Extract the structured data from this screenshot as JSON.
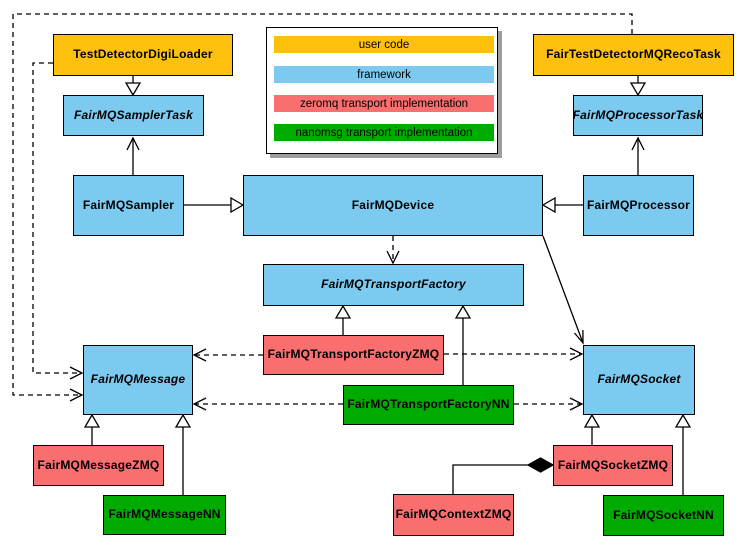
{
  "palette": {
    "user_code": "#FDC10D",
    "framework": "#7DCAF1",
    "zeromq": "#F96E6F",
    "nanomsg": "#00AB00",
    "line": "#000000",
    "background": "#FFFFFF",
    "legend_shadow": "#9E9E9E"
  },
  "legend": {
    "items": [
      {
        "label": "user code",
        "category": "user_code",
        "color": "#FDC10D"
      },
      {
        "label": "framework",
        "category": "framework",
        "color": "#7DCAF1"
      },
      {
        "label": "zeromq transport implementation",
        "category": "zeromq",
        "color": "#F96E6F"
      },
      {
        "label": "nanomsg transport implementation",
        "category": "nanomsg",
        "color": "#00AB00"
      }
    ]
  },
  "nodes": [
    {
      "label": "TestDetectorDigiLoader",
      "category": "user_code",
      "abstract": false
    },
    {
      "label": "FairTestDetectorMQRecoTask",
      "category": "user_code",
      "abstract": false
    },
    {
      "label": "FairMQSamplerTask",
      "category": "framework",
      "abstract": true
    },
    {
      "label": "FairMQProcessorTask",
      "category": "framework",
      "abstract": true
    },
    {
      "label": "FairMQSampler",
      "category": "framework",
      "abstract": false
    },
    {
      "label": "FairMQDevice",
      "category": "framework",
      "abstract": false
    },
    {
      "label": "FairMQProcessor",
      "category": "framework",
      "abstract": false
    },
    {
      "label": "FairMQTransportFactory",
      "category": "framework",
      "abstract": true
    },
    {
      "label": "FairMQTransportFactoryZMQ",
      "category": "zeromq",
      "abstract": false
    },
    {
      "label": "FairMQTransportFactoryNN",
      "category": "nanomsg",
      "abstract": false
    },
    {
      "label": "FairMQMessage",
      "category": "framework",
      "abstract": true
    },
    {
      "label": "FairMQSocket",
      "category": "framework",
      "abstract": true
    },
    {
      "label": "FairMQMessageZMQ",
      "category": "zeromq",
      "abstract": false
    },
    {
      "label": "FairMQMessageNN",
      "category": "nanomsg",
      "abstract": false
    },
    {
      "label": "FairMQContextZMQ",
      "category": "zeromq",
      "abstract": false
    },
    {
      "label": "FairMQSocketZMQ",
      "category": "zeromq",
      "abstract": false
    },
    {
      "label": "FairMQSocketNN",
      "category": "nanomsg",
      "abstract": false
    }
  ],
  "relationships": [
    {
      "from": "TestDetectorDigiLoader",
      "to": "FairMQSamplerTask",
      "type": "inheritance"
    },
    {
      "from": "FairTestDetectorMQRecoTask",
      "to": "FairMQProcessorTask",
      "type": "inheritance"
    },
    {
      "from": "FairMQSampler",
      "to": "FairMQSamplerTask",
      "type": "association"
    },
    {
      "from": "FairMQProcessor",
      "to": "FairMQProcessorTask",
      "type": "association"
    },
    {
      "from": "FairMQSampler",
      "to": "FairMQDevice",
      "type": "inheritance"
    },
    {
      "from": "FairMQProcessor",
      "to": "FairMQDevice",
      "type": "inheritance"
    },
    {
      "from": "FairMQDevice",
      "to": "FairMQTransportFactory",
      "type": "dependency"
    },
    {
      "from": "FairMQDevice",
      "to": "FairMQSocket",
      "type": "association"
    },
    {
      "from": "FairMQTransportFactoryZMQ",
      "to": "FairMQTransportFactory",
      "type": "inheritance"
    },
    {
      "from": "FairMQTransportFactoryNN",
      "to": "FairMQTransportFactory",
      "type": "inheritance"
    },
    {
      "from": "FairMQTransportFactoryZMQ",
      "to": "FairMQMessage",
      "type": "dependency"
    },
    {
      "from": "FairMQTransportFactoryZMQ",
      "to": "FairMQSocket",
      "type": "dependency"
    },
    {
      "from": "FairMQTransportFactoryNN",
      "to": "FairMQMessage",
      "type": "dependency"
    },
    {
      "from": "FairMQTransportFactoryNN",
      "to": "FairMQSocket",
      "type": "dependency"
    },
    {
      "from": "TestDetectorDigiLoader",
      "to": "FairMQMessage",
      "type": "dependency"
    },
    {
      "from": "FairTestDetectorMQRecoTask",
      "to": "FairMQMessage",
      "type": "dependency"
    },
    {
      "from": "FairMQMessageZMQ",
      "to": "FairMQMessage",
      "type": "inheritance"
    },
    {
      "from": "FairMQMessageNN",
      "to": "FairMQMessage",
      "type": "inheritance"
    },
    {
      "from": "FairMQSocketZMQ",
      "to": "FairMQSocket",
      "type": "inheritance"
    },
    {
      "from": "FairMQSocketNN",
      "to": "FairMQSocket",
      "type": "inheritance"
    },
    {
      "from": "FairMQContextZMQ",
      "to": "FairMQSocketZMQ",
      "type": "composition"
    }
  ]
}
